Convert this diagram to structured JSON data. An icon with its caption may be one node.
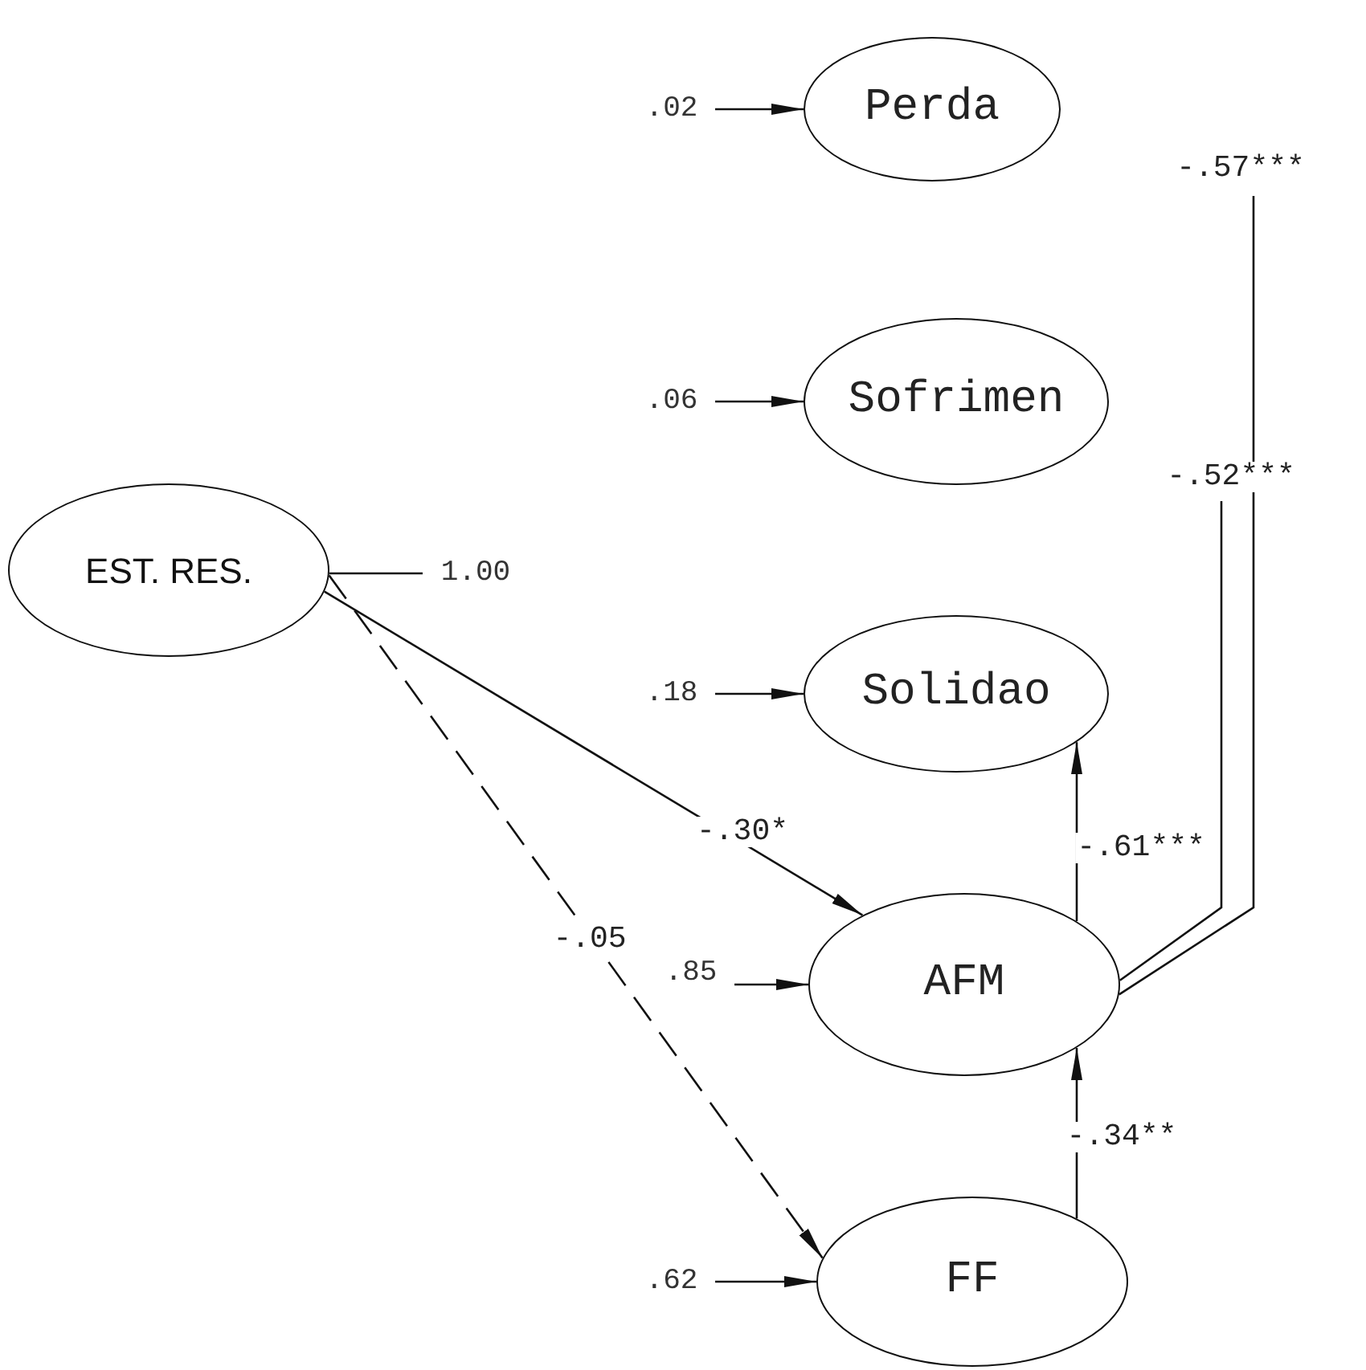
{
  "diagram": {
    "nodes": [
      {
        "text": [
          "EST. RES."
        ]
      },
      {
        "text": [
          "Perda"
        ]
      },
      {
        "text": [
          "Sofrimen"
        ]
      },
      {
        "text": [
          "Solidao"
        ]
      },
      {
        "text": [
          "AFM"
        ]
      },
      {
        "text": [
          "FF"
        ]
      },
      {
        "text": [
          ".02"
        ]
      },
      {
        "text": [
          ".06"
        ]
      },
      {
        "text": [
          ".18"
        ]
      },
      {
        "text": [
          ".85"
        ]
      },
      {
        "text": [
          ".62"
        ]
      },
      {
        "text": [
          "1.00"
        ]
      }
    ],
    "edges": [
      {
        "from": 6,
        "to": 1,
        "arrow": "to"
      },
      {
        "from": 7,
        "to": 2,
        "arrow": "to"
      },
      {
        "from": 8,
        "to": 3,
        "arrow": "to"
      },
      {
        "from": 9,
        "to": 4,
        "arrow": "to"
      },
      {
        "from": 10,
        "to": 5,
        "arrow": "to"
      },
      {
        "from": 0,
        "to": 11,
        "arrow": "none"
      },
      {
        "from": 0,
        "to": 4,
        "arrow": "to",
        "label": "-.30*"
      },
      {
        "from": 0,
        "to": 5,
        "arrow": "to",
        "label": "-.05",
        "style": "dashed"
      },
      {
        "from": 5,
        "to": 4,
        "arrow": "to",
        "label": "-.34**"
      },
      {
        "from": 4,
        "to": 3,
        "arrow": "to",
        "label": "-.61***"
      },
      {
        "from": 4,
        "to": null,
        "arrow": "none",
        "label": "-.52***"
      },
      {
        "from": 4,
        "to": null,
        "arrow": "none",
        "label": "-.57***"
      }
    ]
  }
}
